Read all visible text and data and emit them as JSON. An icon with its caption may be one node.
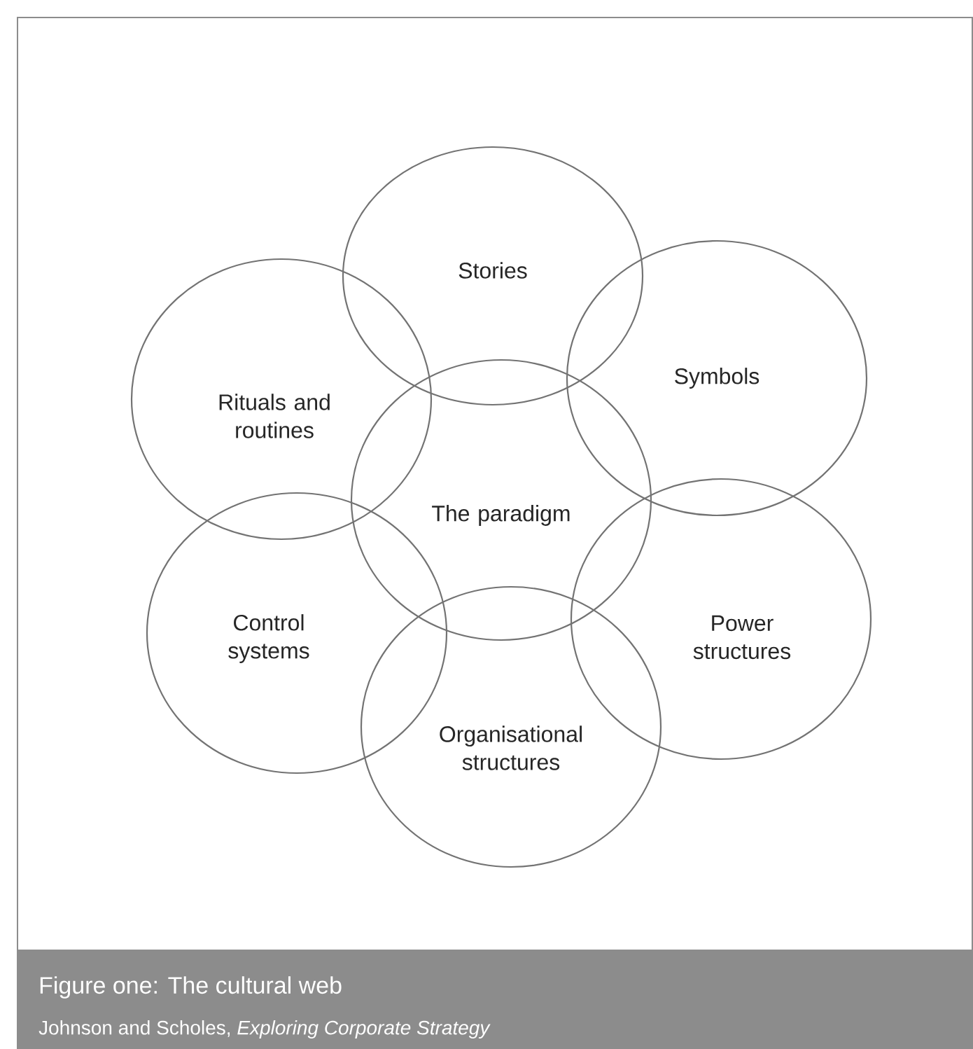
{
  "diagram": {
    "caption": "Figure one: The cultural web",
    "nodes": [
      {
        "text": [
          "Stories"
        ]
      },
      {
        "text": [
          "Symbols"
        ]
      },
      {
        "text": [
          "Rituals and routines"
        ]
      },
      {
        "text": [
          "The paradigm"
        ]
      },
      {
        "text": [
          "Control systems"
        ]
      },
      {
        "text": [
          "Power structures"
        ]
      },
      {
        "text": [
          "Organisational structures"
        ]
      }
    ],
    "labels": [
      "Johnson and Scholes, *Exploring Corporate Strategy*"
    ]
  }
}
